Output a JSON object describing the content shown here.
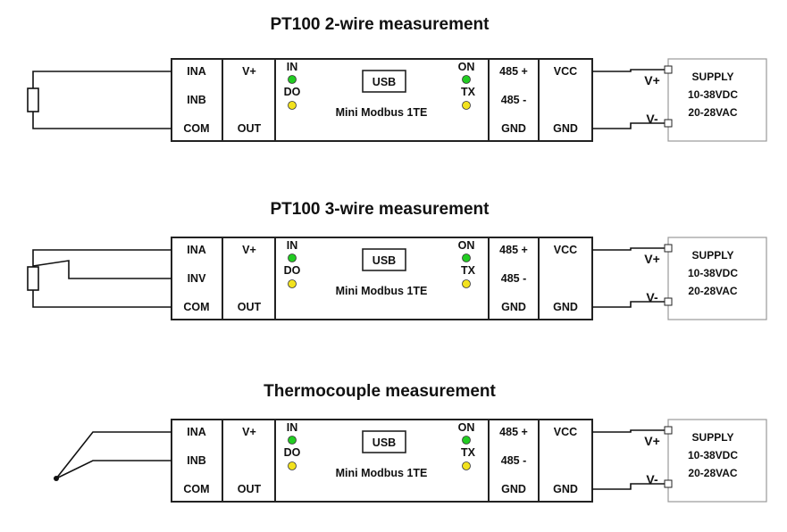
{
  "colors": {
    "wire": "#111111",
    "box_border": "#222222",
    "supply_border": "#999999",
    "led_green": "#22cc22",
    "led_yellow": "#f2e21e"
  },
  "diagrams": [
    {
      "title": "PT100 2-wire measurement",
      "sensor": "rtd-2wire",
      "left_terminals": [
        "INA",
        "INB",
        "COM"
      ],
      "out_terminals": [
        "V+",
        "OUT"
      ],
      "led_labels": [
        "IN",
        "DO",
        "ON",
        "TX"
      ],
      "usb_label": "USB",
      "device_name": "Mini Modbus 1TE",
      "rs485_terminals": [
        "485 +",
        "485 -",
        "GND"
      ],
      "power_terminals": [
        "VCC",
        "GND"
      ],
      "supply_pins": [
        "V+",
        "V-"
      ],
      "supply_lines": [
        "SUPPLY",
        "10-38VDC",
        "20-28VAC"
      ]
    },
    {
      "title": "PT100 3-wire measurement",
      "sensor": "rtd-3wire",
      "left_terminals": [
        "INA",
        "INV",
        "COM"
      ],
      "out_terminals": [
        "V+",
        "OUT"
      ],
      "led_labels": [
        "IN",
        "DO",
        "ON",
        "TX"
      ],
      "usb_label": "USB",
      "device_name": "Mini Modbus 1TE",
      "rs485_terminals": [
        "485 +",
        "485 -",
        "GND"
      ],
      "power_terminals": [
        "VCC",
        "GND"
      ],
      "supply_pins": [
        "V+",
        "V-"
      ],
      "supply_lines": [
        "SUPPLY",
        "10-38VDC",
        "20-28VAC"
      ]
    },
    {
      "title": "Thermocouple measurement",
      "sensor": "thermocouple",
      "left_terminals": [
        "INA",
        "INB",
        "COM"
      ],
      "out_terminals": [
        "V+",
        "OUT"
      ],
      "led_labels": [
        "IN",
        "DO",
        "ON",
        "TX"
      ],
      "usb_label": "USB",
      "device_name": "Mini Modbus 1TE",
      "rs485_terminals": [
        "485 +",
        "485 -",
        "GND"
      ],
      "power_terminals": [
        "VCC",
        "GND"
      ],
      "supply_pins": [
        "V+",
        "V-"
      ],
      "supply_lines": [
        "SUPPLY",
        "10-38VDC",
        "20-28VAC"
      ]
    }
  ]
}
